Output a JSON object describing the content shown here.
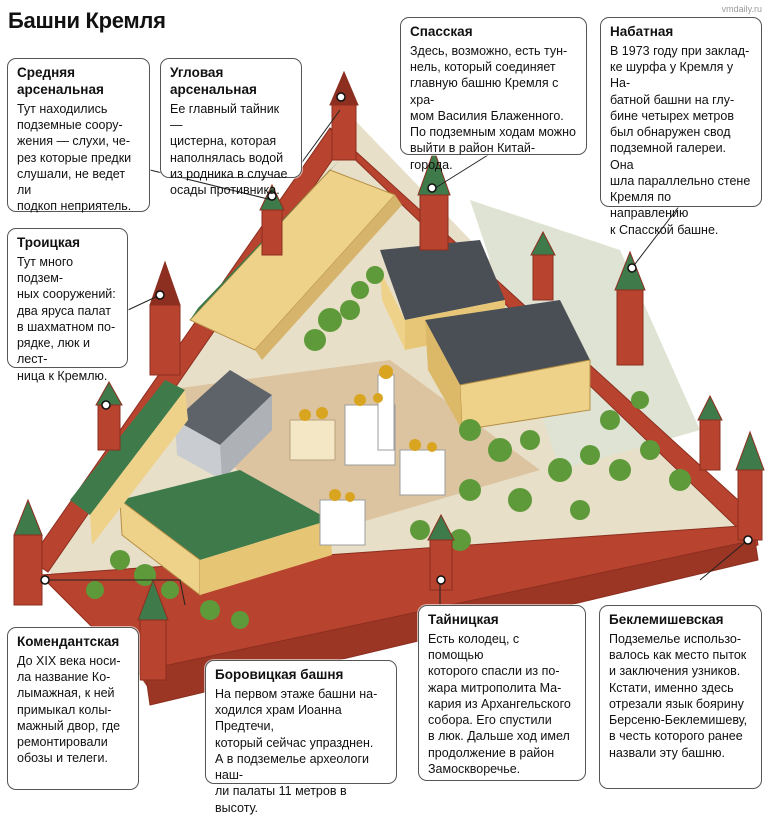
{
  "title": "Башни Кремля",
  "watermark": "vmdaily.ru",
  "towers": [
    {
      "key": "srednyaya",
      "name": "Средняя\nарсенальная",
      "text": "Тут находились\nподземные соору-\nжения — слухи, че-\nрез которые предки\nслушали, не ведет ли\nподкоп неприятель."
    },
    {
      "key": "uglovaya",
      "name": "Угловая арсенальная",
      "text": "Ее главный тайник —\nцистерна, которая\nнаполнялась водой\nиз родника в случае\nосады противника."
    },
    {
      "key": "spasskaya",
      "name": "Спасская",
      "text": "Здесь, возможно, есть тун-\nнель, который соединяет\nглавную башню Кремля с хра-\nмом Василия Блаженного.\nПо подземным ходам можно\nвыйти в район Китай-города."
    },
    {
      "key": "nabatnaya",
      "name": "Набатная",
      "text": " В 1973 году при заклад-\nке шурфа у Кремля у На-\nбатной башни на глу-\nбине четырех метров\nбыл обнаружен свод\nподземной галереи. Она\nшла параллельно стене\nКремля по направлению\nк Спасской башне."
    },
    {
      "key": "troitskaya",
      "name": "Троицкая",
      "text": "Тут много подзем-\nных сооружений:\nдва яруса палат\nв шахматном по-\nрядке,  люк и лест-\nница к Кремлю."
    },
    {
      "key": "komendantskaya",
      "name": "Комендантская",
      "text": "До XIX века носи-\nла название Ко-\nлымажная, к ней\nпримыкал колы-\nмажный двор, где\nремонтировали\nобозы и телеги."
    },
    {
      "key": "borovitskaya",
      "name": "Боровицкая башня",
      "text": "На первом этаже башни на-\nходился храм Иоанна Предтечи,\nкоторый сейчас упразднен.\nА в подземелье археологи наш-\nли палаты 11 метров в высоту."
    },
    {
      "key": "taynitskaya",
      "name": "Тайницкая",
      "text": "Есть колодец, с помощью\nкоторого спасли из по-\nжара митрополита Ма-\nкария из Архангельского\nсобора. Его спустили\nв люк. Дальше ход имел\nпродолжение в район\nЗамоскворечье."
    },
    {
      "key": "beklemishevskaya",
      "name": "Беклемишевская",
      "text": "Подземелье использо-\nвалось как место пыток\nи заключения узников.\nКстати, именно здесь\nотрезали язык боярину\nБерсеню-Беклемишеву,\nв честь которого ранее\nназвали эту башню."
    }
  ],
  "colors": {
    "wall": "#b8432e",
    "wall_shadow": "#8c2f20",
    "ground": "#e3d8c0",
    "paving": "#d8c2a0",
    "lawn": "#d9dccf",
    "tree": "#5f9a3a",
    "roof_green": "#3f7a4a",
    "facade": "#efd28a",
    "roof_grey": "#4a4f55",
    "gold": "#d9a520",
    "marker": "#ffffff"
  }
}
